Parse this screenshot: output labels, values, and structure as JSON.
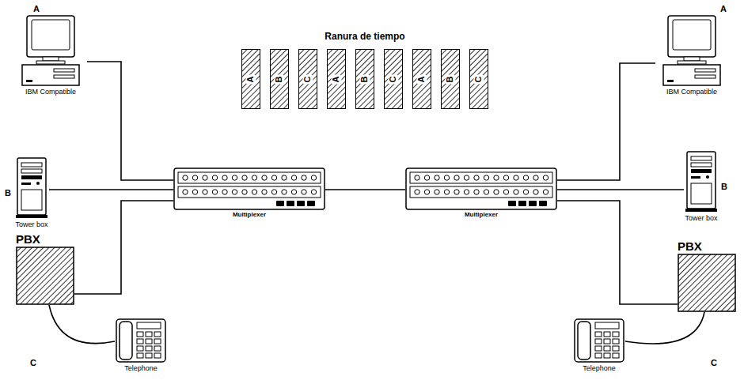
{
  "diagram": {
    "nodes": [
      {
        "text": [
          "A",
          "IBM Compatible"
        ]
      },
      {
        "text": [
          "A"
        ]
      },
      {
        "text": [
          "B"
        ]
      },
      {
        "text": [
          "C"
        ]
      },
      {
        "text": [
          "A"
        ]
      },
      {
        "text": [
          "B"
        ]
      },
      {
        "text": [
          "C"
        ]
      },
      {
        "text": [
          "A"
        ]
      },
      {
        "text": [
          "B"
        ]
      },
      {
        "text": [
          "C"
        ]
      },
      {
        "text": [
          "A",
          "IBM Compatible"
        ]
      },
      {
        "text": [
          "B",
          "Tower box"
        ]
      },
      {
        "text": [
          "Multiplexer"
        ]
      },
      {
        "text": [
          "Multiplexer"
        ]
      },
      {
        "text": [
          "B",
          "Tower box"
        ]
      },
      {
        "text": [
          "PBX"
        ]
      },
      {
        "text": [
          "PBX"
        ]
      },
      {
        "text": [
          "Telephone"
        ]
      },
      {
        "text": [
          "Telephone"
        ]
      }
    ],
    "edges": [
      {
        "from": 0,
        "to": 12,
        "arrow": "none"
      },
      {
        "from": 11,
        "to": 12,
        "arrow": "none"
      },
      {
        "from": 15,
        "to": 12,
        "arrow": "none"
      },
      {
        "from": 15,
        "to": 17,
        "arrow": "none"
      },
      {
        "from": 12,
        "to": 13,
        "arrow": "none"
      },
      {
        "from": 13,
        "to": 10,
        "arrow": "none"
      },
      {
        "from": 13,
        "to": 14,
        "arrow": "none"
      },
      {
        "from": 13,
        "to": 16,
        "arrow": "none"
      },
      {
        "from": 16,
        "to": 18,
        "arrow": "none"
      }
    ],
    "labels": [
      "Ranura de tiempo",
      "C",
      "C"
    ]
  }
}
